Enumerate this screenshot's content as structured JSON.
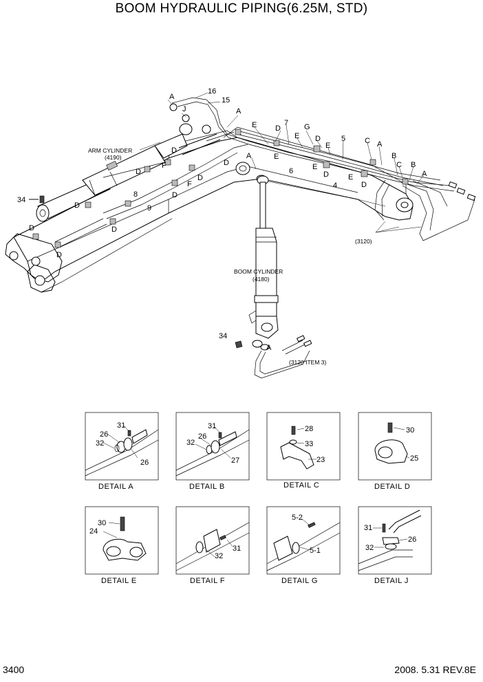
{
  "title": "BOOM HYDRAULIC PIPING(6.25M, STD)",
  "footer": {
    "page": "3400",
    "revision": "2008. 5.31  REV.8E"
  },
  "notes": {
    "arm_cylinder_1": "ARM CYLINDER",
    "arm_cylinder_2": "(4190)",
    "boom_cylinder_1": "BOOM CYLINDER",
    "boom_cylinder_2": "(4180)",
    "ref_3120": "(3120)",
    "ref_3120_item3": "(3120 ITEM 3)"
  },
  "main_callouts": {
    "A": "A",
    "B": "B",
    "C": "C",
    "D": "D",
    "E": "E",
    "F": "F",
    "G": "G",
    "J": "J",
    "n4": "4",
    "n5": "5",
    "n6": "6",
    "n7": "7",
    "n8": "8",
    "n9": "9",
    "n15": "15",
    "n16": "16",
    "n34": "34"
  },
  "details": [
    {
      "caption": "DETAIL  A",
      "parts": [
        "31",
        "26",
        "32",
        "26"
      ]
    },
    {
      "caption": "DETAIL  B",
      "parts": [
        "31",
        "26",
        "32",
        "27"
      ]
    },
    {
      "caption": "DETAIL  C",
      "parts": [
        "28",
        "33",
        "23"
      ]
    },
    {
      "caption": "DETAIL  D",
      "parts": [
        "30",
        "25"
      ]
    },
    {
      "caption": "DETAIL  E",
      "parts": [
        "30",
        "24"
      ]
    },
    {
      "caption": "DETAIL  F",
      "parts": [
        "32",
        "31"
      ]
    },
    {
      "caption": "DETAIL  G",
      "parts": [
        "5-2",
        "5-1"
      ]
    },
    {
      "caption": "DETAIL  J",
      "parts": [
        "31",
        "26",
        "32"
      ]
    }
  ]
}
